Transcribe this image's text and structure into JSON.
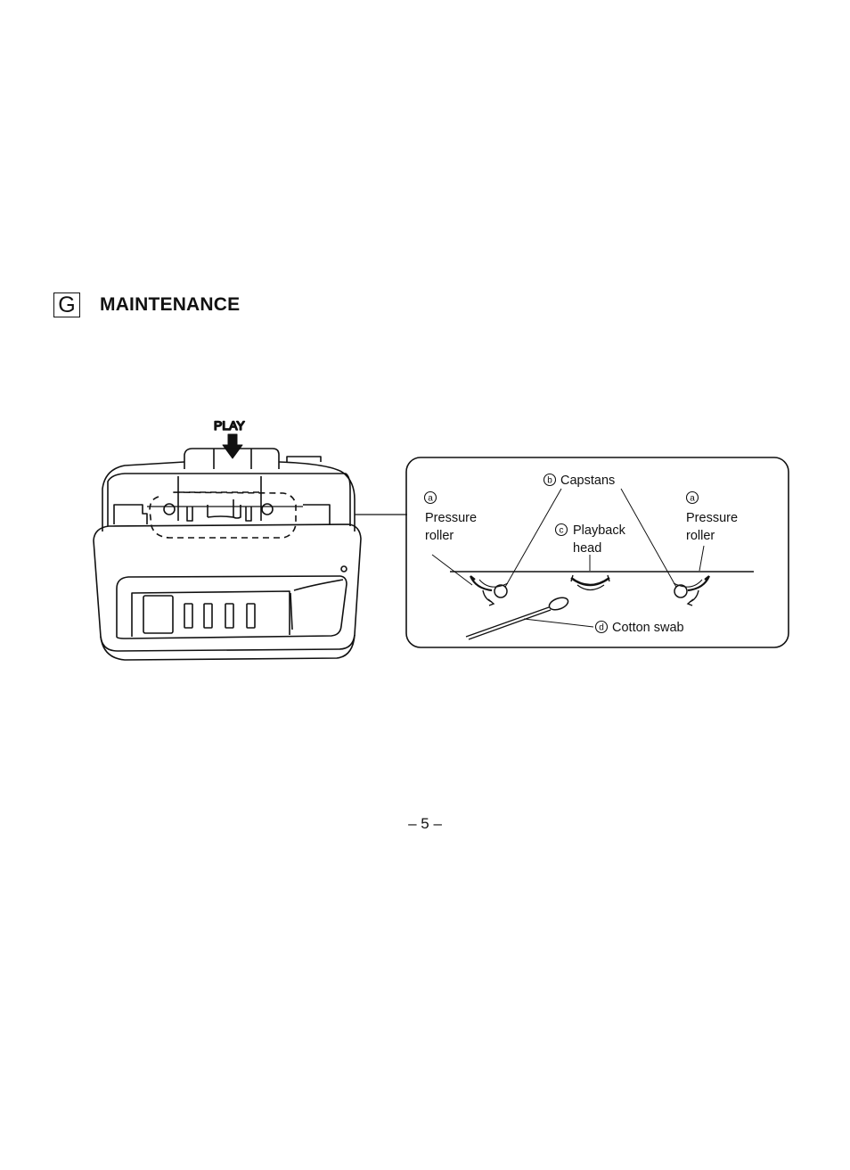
{
  "section": {
    "letter": "G",
    "title": "MAINTENANCE"
  },
  "figure": {
    "play_label": "PLAY",
    "callouts": {
      "capstans": {
        "marker": "b",
        "label": "Capstans"
      },
      "pressure_roller_left": {
        "marker": "a",
        "line1": "Pressure",
        "line2": "roller"
      },
      "pressure_roller_right": {
        "marker": "a",
        "line1": "Pressure",
        "line2": "roller"
      },
      "playback_head": {
        "marker": "c",
        "line1": "Playback",
        "line2": "head"
      },
      "cotton_swab": {
        "marker": "d",
        "label": "Cotton swab"
      }
    }
  },
  "footer": {
    "page_number": "– 5 –"
  }
}
